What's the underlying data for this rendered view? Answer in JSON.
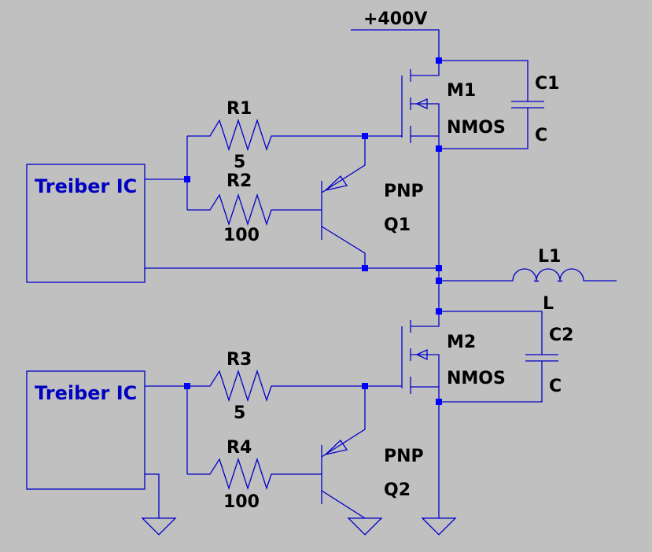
{
  "colors": {
    "background": "#c0c0c0",
    "wire": "#0000c8",
    "junction": "#0000ff",
    "label": "#000000",
    "block_label": "#0000c0"
  },
  "supply": {
    "label": "+400V"
  },
  "driver_blocks": [
    {
      "label": "Treiber IC"
    },
    {
      "label": "Treiber IC"
    }
  ],
  "mosfets": [
    {
      "name": "M1",
      "type": "NMOS"
    },
    {
      "name": "M2",
      "type": "NMOS"
    }
  ],
  "transistors": [
    {
      "name": "Q1",
      "type": "PNP"
    },
    {
      "name": "Q2",
      "type": "PNP"
    }
  ],
  "resistors": [
    {
      "name": "R1",
      "value": "5"
    },
    {
      "name": "R2",
      "value": "100"
    },
    {
      "name": "R3",
      "value": "5"
    },
    {
      "name": "R4",
      "value": "100"
    }
  ],
  "capacitors": [
    {
      "name": "C1",
      "value": "C"
    },
    {
      "name": "C2",
      "value": "C"
    }
  ],
  "inductor": {
    "name": "L1",
    "value": "L"
  }
}
